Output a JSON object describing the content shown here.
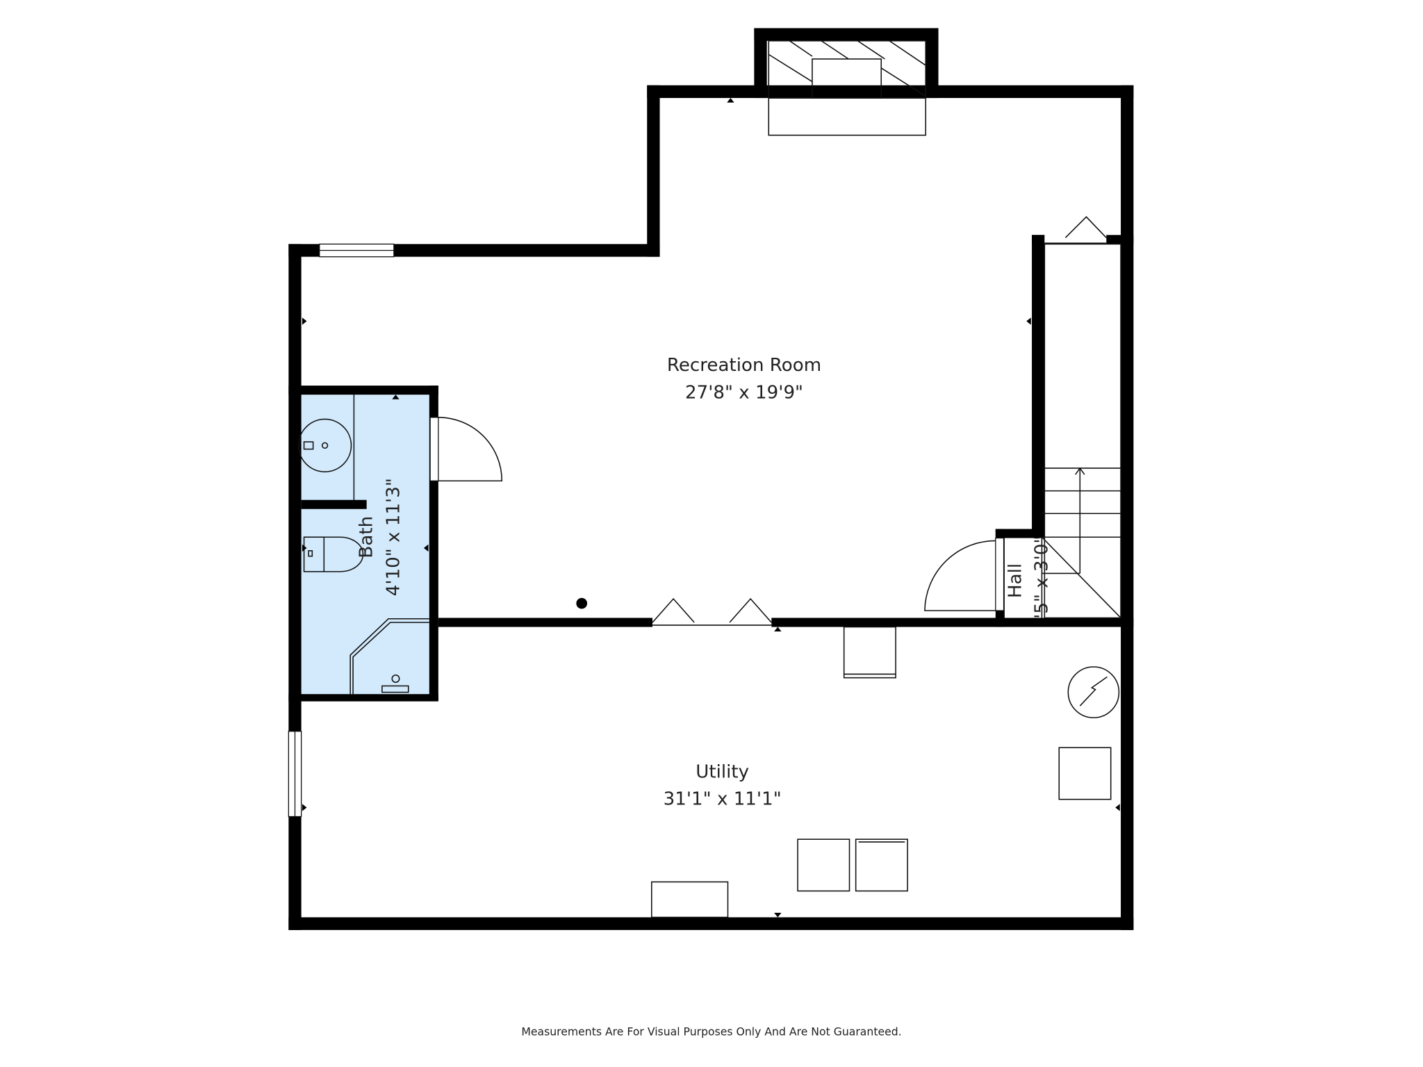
{
  "rooms": {
    "recreation": {
      "name": "Recreation Room",
      "dims": "27'8\" x 19'9\""
    },
    "utility": {
      "name": "Utility",
      "dims": "31'1\" x 11'1\""
    },
    "bath": {
      "name": "Bath",
      "dims": "4'10\" x 11'3\""
    },
    "hall": {
      "name": "Hall",
      "dims": "'5\" x 3'0\""
    }
  },
  "disclaimer": "Measurements Are For Visual Purposes Only And Are Not Guaranteed.",
  "colors": {
    "wall": "#000000",
    "bath_fill": "#d3eafc",
    "background": "#ffffff"
  }
}
